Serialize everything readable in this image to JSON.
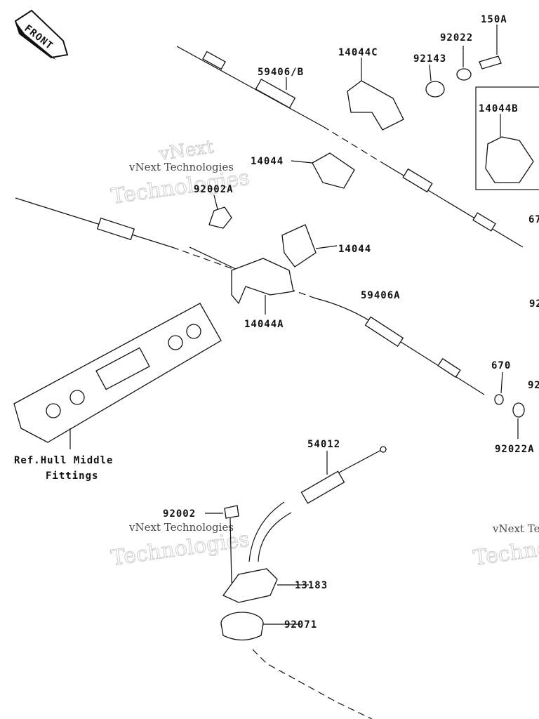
{
  "logo": {
    "text": "FRONT"
  },
  "watermark": {
    "line1": "vNext Technologies",
    "line2": "Technologies",
    "brand": "vNext"
  },
  "labels": {
    "l150A": "150A",
    "l92022": "92022",
    "l92143": "92143",
    "l14044C": "14044C",
    "l59406B": "59406/B",
    "l14044B": "14044B",
    "l14044_top": "14044",
    "l92002A": "92002A",
    "l14044_mid": "14044",
    "l59406A": "59406A",
    "l14044A": "14044A",
    "l670": "670",
    "l67_partial": "67",
    "l92_partial1": "92",
    "l92_partial2": "92",
    "l92022A": "92022A",
    "ref_line1": "Ref.Hull Middle",
    "ref_line2": "Fittings",
    "l54012": "54012",
    "l92002": "92002",
    "l13183": "13183",
    "l92071": "92071"
  }
}
